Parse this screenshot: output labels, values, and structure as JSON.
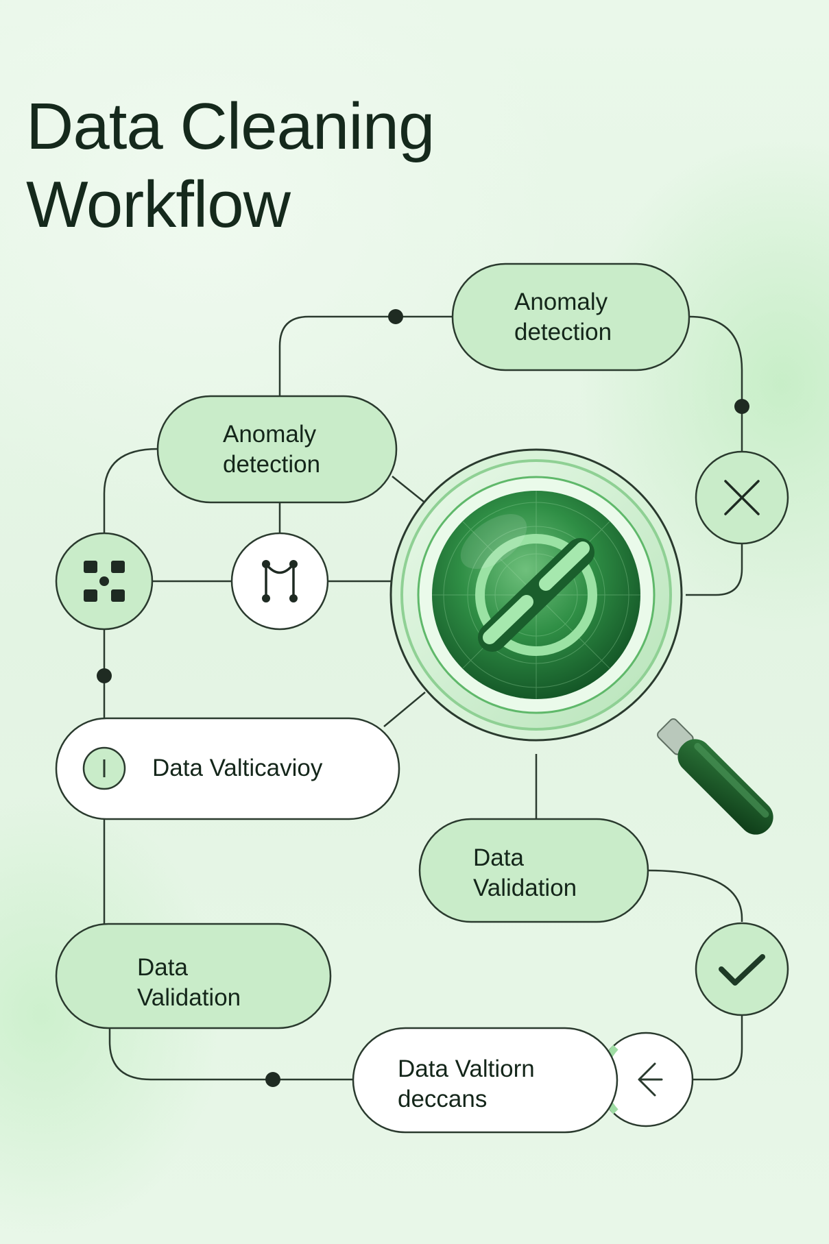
{
  "title_lines": [
    "Data Cleaning",
    "Workflow"
  ],
  "nodes": [
    {
      "id": "anomaly-top",
      "lines": [
        "Anomaly",
        "detection"
      ]
    },
    {
      "id": "anomaly-mid",
      "lines": [
        "Anomaly",
        "detection"
      ]
    },
    {
      "id": "validation-pill",
      "lines": [
        "Data Valticavioy"
      ]
    },
    {
      "id": "validation-right",
      "lines": [
        "Data",
        "Validation"
      ]
    },
    {
      "id": "validation-left",
      "lines": [
        "Data",
        "Validation"
      ]
    },
    {
      "id": "valtiorn",
      "lines": [
        "Data Valtiorn",
        "deccans"
      ]
    }
  ],
  "icons": {
    "grid": "grid-icon",
    "merge": "merge-icon",
    "close": "close-icon",
    "check": "check-icon",
    "arrow": "arrow-left-icon",
    "info": "info-icon",
    "magnifier": "magnifying-glass-icon"
  },
  "colors": {
    "pill_fill": "#c9ecc9",
    "pill_white": "#ffffff",
    "stroke": "#2a3a2e",
    "accent_dark": "#1f6e33",
    "accent": "#3aa152"
  }
}
